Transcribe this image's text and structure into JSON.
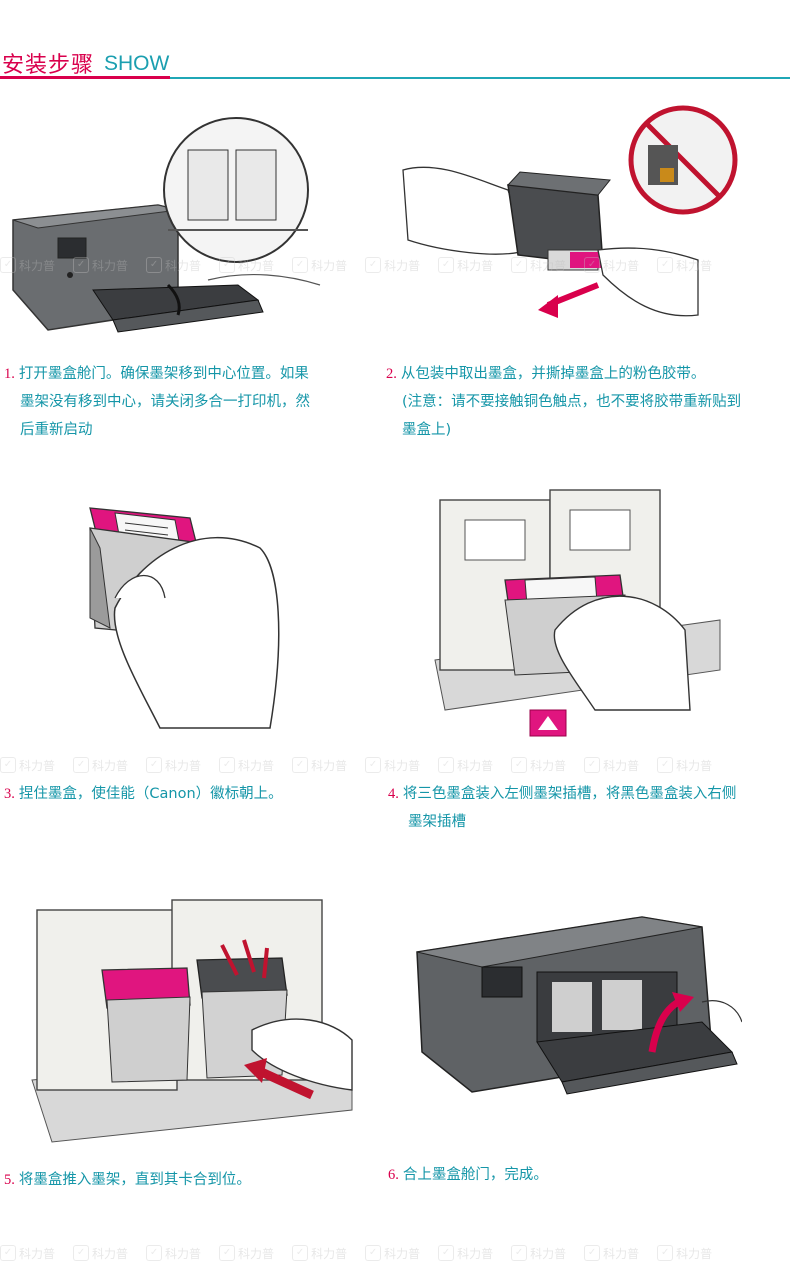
{
  "header": {
    "title_cn": "安装步骤",
    "title_en": "SHOW"
  },
  "colors": {
    "accent_magenta": "#d9004c",
    "accent_teal": "#1fa7b6",
    "text_teal": "#1596a8",
    "cartridge_magenta": "#e0157f"
  },
  "watermark": {
    "text": "科力普",
    "icon": "leaf-logo-icon"
  },
  "steps": [
    {
      "num": "1.",
      "lines": [
        "打开墨盒舱门。确保墨架移到中心位置。如果",
        "墨架没有移到中心，请关闭多合一打印机，然",
        "后重新启动"
      ]
    },
    {
      "num": "2.",
      "lines": [
        "从包装中取出墨盒，并撕掉墨盒上的粉色胶带。",
        "(注意：请不要接触铜色触点，也不要将胶带重新贴到",
        "墨盒上)"
      ]
    },
    {
      "num": "3.",
      "lines": [
        "捏住墨盒，使佳能（Canon）徽标朝上。"
      ]
    },
    {
      "num": "4.",
      "lines": [
        "将三色墨盒装入左侧墨架插槽，将黑色墨盒装入右侧",
        "墨架插槽"
      ]
    },
    {
      "num": "5.",
      "lines": [
        "将墨盒推入墨架，直到其卡合到位。"
      ]
    },
    {
      "num": "6.",
      "lines": [
        "合上墨盒舱门，完成。"
      ]
    }
  ]
}
